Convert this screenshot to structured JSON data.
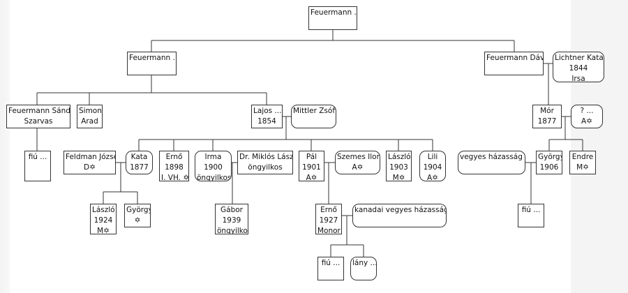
{
  "nodes": [
    {
      "id": "root",
      "lines": [
        "Feuermann ..."
      ],
      "shape": "box",
      "align": "left"
    },
    {
      "id": "g1a",
      "lines": [
        "Feuermann ..."
      ],
      "shape": "box",
      "align": "left"
    },
    {
      "id": "g1b",
      "lines": [
        "Feuermann Dávid"
      ],
      "shape": "box",
      "align": "left"
    },
    {
      "id": "g1b_sp",
      "lines": [
        "Lichtner Katalin",
        "1844",
        "Irsa"
      ],
      "shape": "spouse"
    },
    {
      "id": "sandor",
      "lines": [
        "Feuermann Sándor",
        "Szarvas"
      ],
      "shape": "box"
    },
    {
      "id": "simon",
      "lines": [
        "Simon",
        "Arad"
      ],
      "shape": "box"
    },
    {
      "id": "lajos",
      "lines": [
        "Lajos ...",
        "1854"
      ],
      "shape": "box"
    },
    {
      "id": "lajos_sp",
      "lines": [
        "Mittler Zsófia"
      ],
      "shape": "spouse"
    },
    {
      "id": "mor",
      "lines": [
        "Mór",
        "1877"
      ],
      "shape": "box"
    },
    {
      "id": "mor_sp",
      "lines": [
        "? ...",
        "A✡"
      ],
      "shape": "spouse"
    },
    {
      "id": "sandor_son",
      "lines": [
        "fiú ..."
      ],
      "shape": "box"
    },
    {
      "id": "feldman",
      "lines": [
        "Feldman József",
        "D✡"
      ],
      "shape": "box"
    },
    {
      "id": "kata",
      "lines": [
        "Kata",
        "1877"
      ],
      "shape": "spouse"
    },
    {
      "id": "erno1",
      "lines": [
        "Ernő",
        "1898",
        "I. VH. ✡"
      ],
      "shape": "box"
    },
    {
      "id": "irma",
      "lines": [
        "Irma",
        "1900",
        "öngyilkos"
      ],
      "shape": "spouse"
    },
    {
      "id": "miklos",
      "lines": [
        "Dr. Miklós László",
        "öngyilkos"
      ],
      "shape": "box"
    },
    {
      "id": "pal",
      "lines": [
        "Pál",
        "1901",
        "A✡"
      ],
      "shape": "box"
    },
    {
      "id": "szemes",
      "lines": [
        "Szemes Ilona",
        "A✡"
      ],
      "shape": "spouse"
    },
    {
      "id": "laszlo1",
      "lines": [
        "László",
        "1903",
        "M✡"
      ],
      "shape": "box"
    },
    {
      "id": "lili",
      "lines": [
        "Lili",
        "1904",
        "A✡"
      ],
      "shape": "spouse"
    },
    {
      "id": "vegyes",
      "lines": [
        "vegyes házasság ..."
      ],
      "shape": "spouse",
      "align": "left"
    },
    {
      "id": "gyorgy1",
      "lines": [
        "György",
        "1906"
      ],
      "shape": "box"
    },
    {
      "id": "endre",
      "lines": [
        "Endre",
        "M✡"
      ],
      "shape": "box"
    },
    {
      "id": "laszlo2",
      "lines": [
        "László",
        "1924",
        "M✡"
      ],
      "shape": "box"
    },
    {
      "id": "gyorgy2",
      "lines": [
        "György",
        "✡"
      ],
      "shape": "box"
    },
    {
      "id": "gabor",
      "lines": [
        "Gábor",
        "1939",
        "öngyilkos"
      ],
      "shape": "box"
    },
    {
      "id": "erno2",
      "lines": [
        "Ernő",
        "1927",
        "Monor"
      ],
      "shape": "box"
    },
    {
      "id": "kanadai",
      "lines": [
        "kanadai vegyes házasság ..."
      ],
      "shape": "spouse",
      "align": "left"
    },
    {
      "id": "gyorgy1_son",
      "lines": [
        "fiú ..."
      ],
      "shape": "box"
    },
    {
      "id": "erno2_son",
      "lines": [
        "fiú ..."
      ],
      "shape": "box"
    },
    {
      "id": "erno2_dau",
      "lines": [
        "lány ..."
      ],
      "shape": "spouse",
      "align": "left"
    }
  ],
  "colors": {
    "line": "#333333",
    "border": "#333333",
    "panel": "#f4f4f4"
  }
}
